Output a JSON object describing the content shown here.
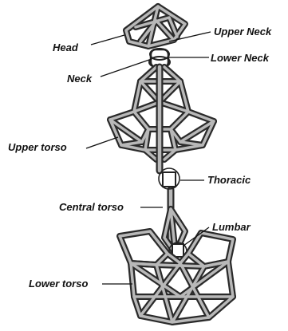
{
  "labels": {
    "head": "Head",
    "upper_neck": "Upper Neck",
    "lower_neck": "Lower Neck",
    "neck": "Neck",
    "upper_torso": "Upper torso",
    "thoracic": "Thoracic",
    "central_torso": "Central torso",
    "lumbar": "Lumbar",
    "lower_torso": "Lower torso"
  },
  "colors": {
    "beam_outer": "#2a2a2a",
    "beam_inner": "#b8b8b8",
    "text": "#111111"
  }
}
